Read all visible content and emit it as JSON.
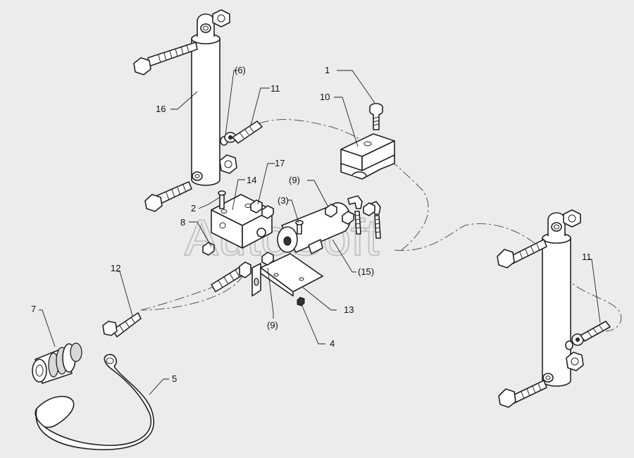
{
  "watermark": "AutoSoft",
  "callouts": [
    {
      "id": "c1",
      "text": "1"
    },
    {
      "id": "c2",
      "text": "2"
    },
    {
      "id": "c3",
      "text": "(3)"
    },
    {
      "id": "c4",
      "text": "4"
    },
    {
      "id": "c5",
      "text": "5"
    },
    {
      "id": "c6",
      "text": "(6)"
    },
    {
      "id": "c7",
      "text": "7"
    },
    {
      "id": "c8",
      "text": "8"
    },
    {
      "id": "c9a",
      "text": "(9)"
    },
    {
      "id": "c9b",
      "text": "(9)"
    },
    {
      "id": "c10",
      "text": "10"
    },
    {
      "id": "c11a",
      "text": "11"
    },
    {
      "id": "c11b",
      "text": "11"
    },
    {
      "id": "c12",
      "text": "12"
    },
    {
      "id": "c13",
      "text": "13"
    },
    {
      "id": "c14",
      "text": "14"
    },
    {
      "id": "c15",
      "text": "(15)"
    },
    {
      "id": "c16",
      "text": "16"
    },
    {
      "id": "c17",
      "text": "17"
    }
  ]
}
